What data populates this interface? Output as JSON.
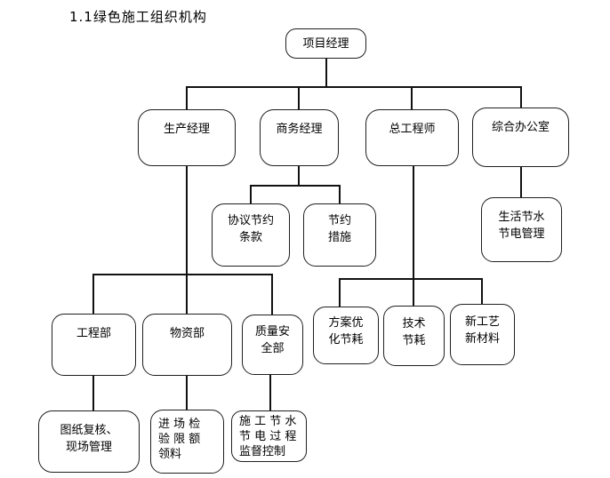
{
  "title": "1.1绿色施工组织机构",
  "colors": {
    "background": "#ffffff",
    "box_border": "#1f1f1f",
    "connector_line": "#111111",
    "text": "#000000"
  },
  "org_chart": {
    "nodes": {
      "project_manager": {
        "label": "项目经理",
        "lines": [
          "项目经理"
        ]
      },
      "production_manager": {
        "label": "生产经理",
        "lines": [
          "生产经理"
        ]
      },
      "business_manager": {
        "label": "商务经理",
        "lines": [
          "商务经理"
        ]
      },
      "chief_engineer": {
        "label": "总工程师",
        "lines": [
          "总工程师"
        ]
      },
      "general_office": {
        "label": "综合办公室",
        "lines": [
          "综合办公室"
        ]
      },
      "agreement_saving_terms": {
        "label": "协议节约条款",
        "lines": [
          "协议节约",
          "条款"
        ]
      },
      "saving_measures": {
        "label": "节约措施",
        "lines": [
          "节约",
          "措施"
        ]
      },
      "living_water_power_mgmt": {
        "label": "生活节水节电管理",
        "lines": [
          "生活节水",
          "节电管理"
        ]
      },
      "engineering_dept": {
        "label": "工程部",
        "lines": [
          "工程部"
        ]
      },
      "materials_dept": {
        "label": "物资部",
        "lines": [
          "物资部"
        ]
      },
      "quality_safety_dept": {
        "label": "质量安全部",
        "lines": [
          "质量安",
          "全部"
        ]
      },
      "plan_optimization": {
        "label": "方案优化节耗",
        "lines": [
          "方案优",
          "化节耗"
        ]
      },
      "technology_saving": {
        "label": "技术节耗",
        "lines": [
          "技术",
          "节耗"
        ]
      },
      "new_process_materials": {
        "label": "新工艺新材料",
        "lines": [
          "新工艺",
          "新材料"
        ]
      },
      "drawing_review_site_mgmt": {
        "label": "图纸复核、现场管理",
        "lines": [
          "图纸复核、",
          "现场管理"
        ]
      },
      "incoming_inspection": {
        "label": "进场检验限额领料",
        "lines": [
          "进 场 检",
          "验 限 额",
          "领料"
        ]
      },
      "construction_supervision": {
        "label": "施工节水节电过程监督控制",
        "lines": [
          "施 工 节 水",
          "节 电 过 程",
          "监督控制"
        ]
      }
    }
  }
}
